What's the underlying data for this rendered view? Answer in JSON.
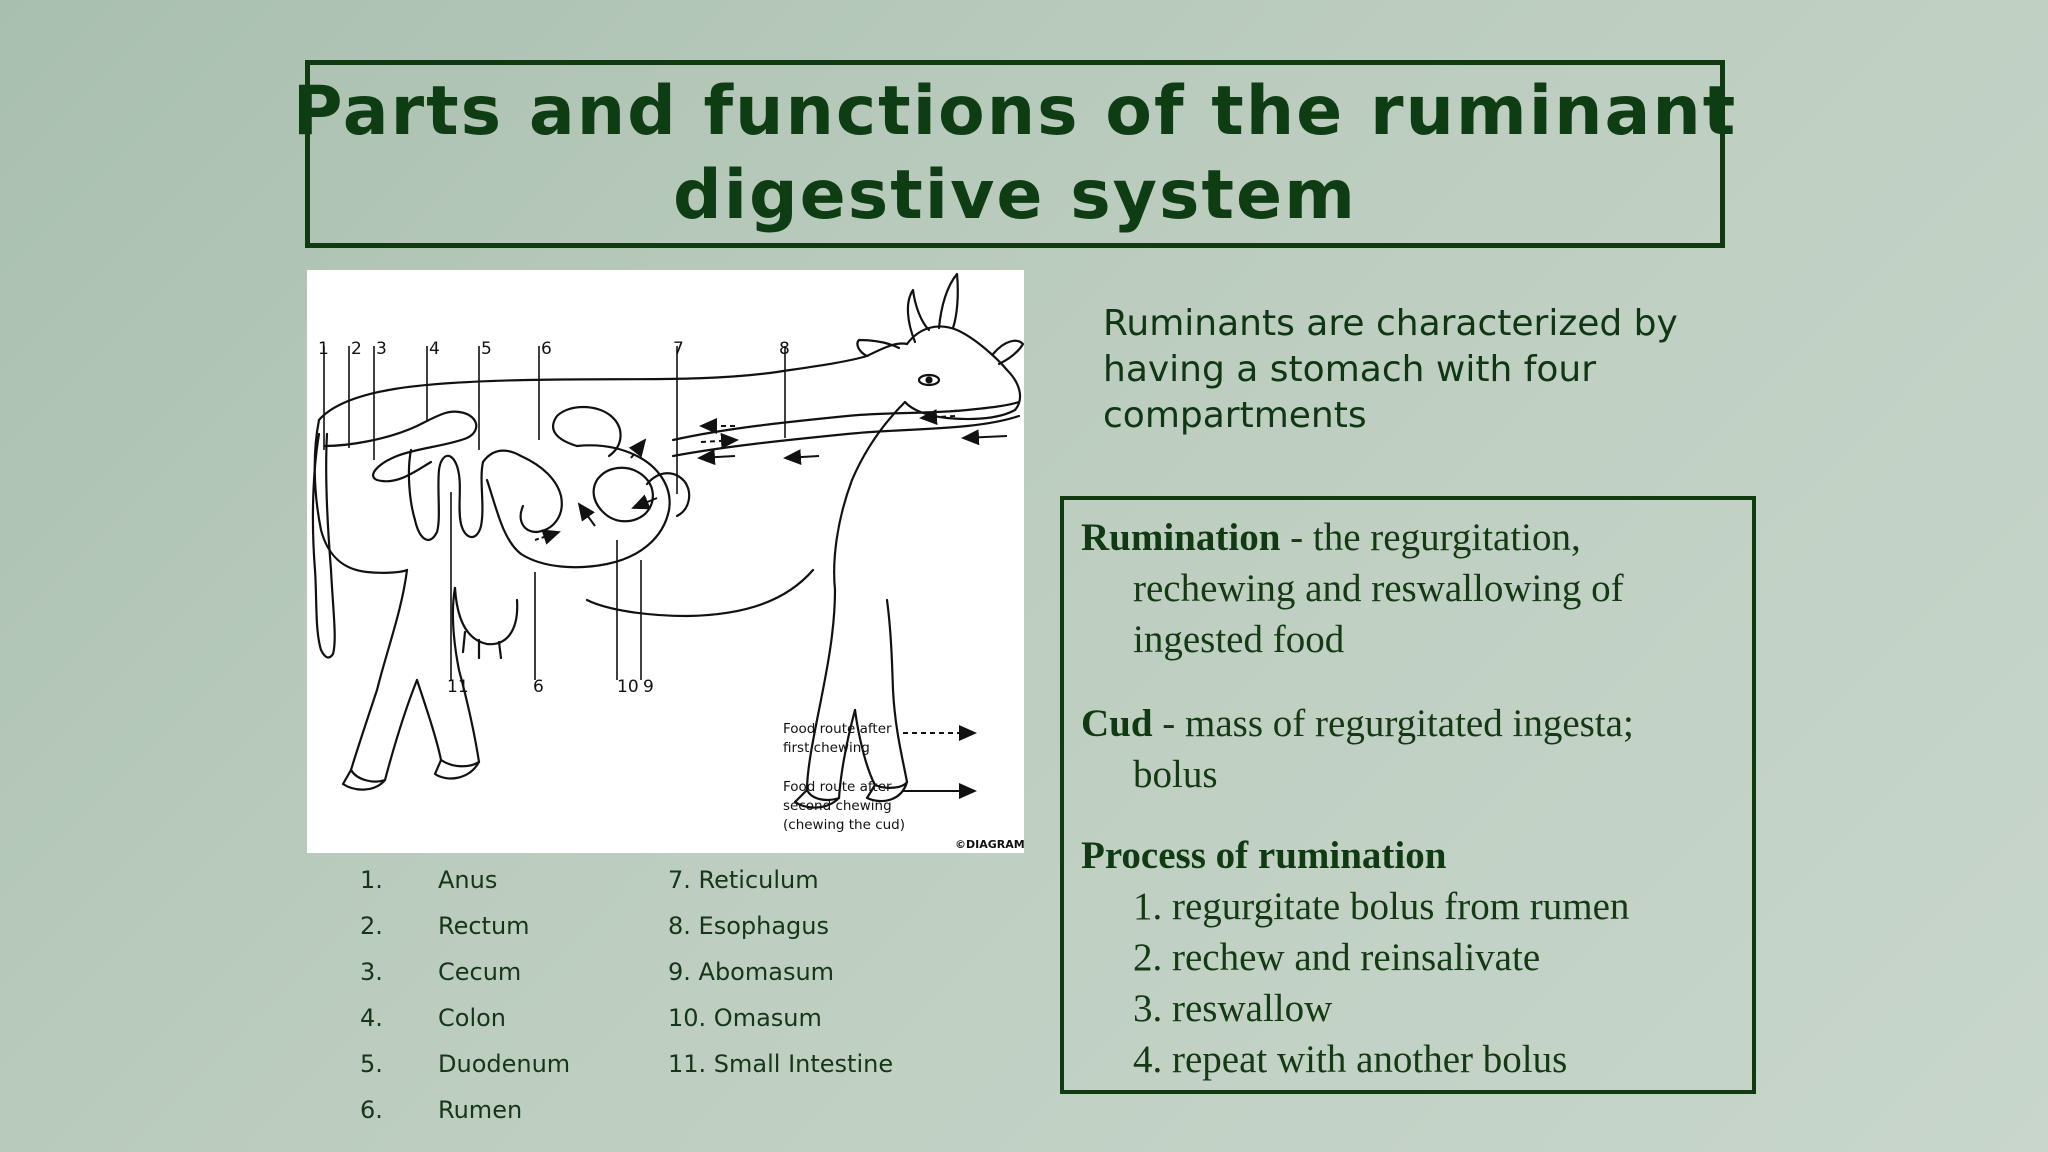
{
  "title": {
    "line1": "Parts and functions of the ruminant",
    "line2": "digestive system"
  },
  "diagram": {
    "numbers_top": [
      "1",
      "2",
      "3",
      "4",
      "5",
      "6",
      "7",
      "8"
    ],
    "numbers_bottom": [
      "11",
      "6",
      "10",
      "9"
    ],
    "legend": {
      "first_line1": "Food route after",
      "first_line2": "first chewing",
      "second_line1": "Food route after",
      "second_line2": "second chewing",
      "second_line3": "(chewing the cud)"
    },
    "copyright": "©DIAGRAM"
  },
  "parts": {
    "column1": [
      {
        "num": "1.",
        "name": "Anus"
      },
      {
        "num": "2.",
        "name": "Rectum"
      },
      {
        "num": "3.",
        "name": "Cecum"
      },
      {
        "num": "4.",
        "name": "Colon"
      },
      {
        "num": "5.",
        "name": "Duodenum"
      },
      {
        "num": "6.",
        "name": "Rumen"
      }
    ],
    "column2": [
      "7.  Reticulum",
      "8.  Esophagus",
      "9.  Abomasum",
      "10. Omasum",
      "11. Small Intestine"
    ]
  },
  "intro": {
    "line1": "Ruminants are characterized by",
    "line2": "having a stomach with four",
    "line3": "compartments"
  },
  "definitions": {
    "rumination": {
      "term": "Rumination",
      "line1": " - the regurgitation,",
      "line2": "rechewing and reswallowing of",
      "line3": "ingested food"
    },
    "cud": {
      "term": "Cud",
      "line1": " - mass of regurgitated ingesta;",
      "line2": "bolus"
    },
    "process": {
      "heading": "Process of rumination",
      "steps": [
        "1. regurgitate bolus from rumen",
        "2. rechew and reinsalivate",
        "3. reswallow",
        "4. repeat with another bolus"
      ]
    }
  }
}
